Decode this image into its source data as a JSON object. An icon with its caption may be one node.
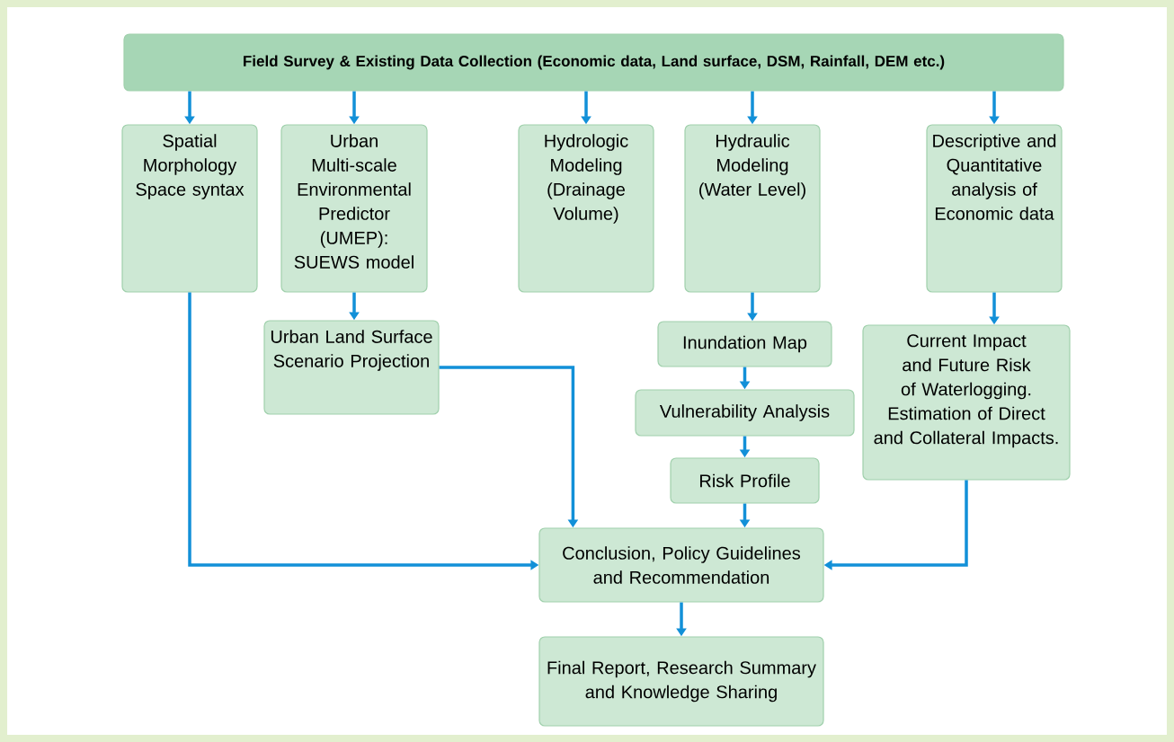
{
  "diagram": {
    "nodes": [
      {
        "text": [
          "Field Survey & Existing Data Collection (Economic data, Land surface, DSM, Rainfall, DEM etc.)"
        ]
      },
      {
        "text": [
          "Spatial Morphology Space syntax"
        ]
      },
      {
        "text": [
          "Urban Multi-scale Environmental Predictor (UMEP): SUEWS model"
        ]
      },
      {
        "text": [
          "Hydrologic Modeling (Drainage Volume)"
        ]
      },
      {
        "text": [
          "Hydraulic Modeling (Water Level)"
        ]
      },
      {
        "text": [
          "Descriptive and Quantitative analysis of Economic data"
        ]
      },
      {
        "text": [
          "Urban Land Surface Scenario Projection"
        ]
      },
      {
        "text": [
          "Inundation Map"
        ]
      },
      {
        "text": [
          "Vulnerability Analysis"
        ]
      },
      {
        "text": [
          "Risk Profile"
        ]
      },
      {
        "text": [
          "Current Impact and Future Risk of Waterlogging. Estimation of Direct and Collateral Impacts."
        ]
      },
      {
        "text": [
          "Conclusion, Policy Guidelines and Recommendation"
        ]
      },
      {
        "text": [
          "Final Report, Research Summary and Knowledge Sharing"
        ]
      }
    ],
    "edges": [
      {
        "from": 0,
        "to": 1,
        "arrow": "to"
      },
      {
        "from": 0,
        "to": 2,
        "arrow": "to"
      },
      {
        "from": 0,
        "to": 3,
        "arrow": "to"
      },
      {
        "from": 0,
        "to": 4,
        "arrow": "to"
      },
      {
        "from": 0,
        "to": 5,
        "arrow": "to"
      },
      {
        "from": 2,
        "to": 6,
        "arrow": "to"
      },
      {
        "from": 4,
        "to": 7,
        "arrow": "to"
      },
      {
        "from": 7,
        "to": 8,
        "arrow": "to"
      },
      {
        "from": 8,
        "to": 9,
        "arrow": "to"
      },
      {
        "from": 5,
        "to": 10,
        "arrow": "to"
      },
      {
        "from": 1,
        "to": 11,
        "arrow": "to"
      },
      {
        "from": 6,
        "to": 11,
        "arrow": "to"
      },
      {
        "from": 9,
        "to": 11,
        "arrow": "to"
      },
      {
        "from": 10,
        "to": 11,
        "arrow": "to"
      },
      {
        "from": 11,
        "to": 12,
        "arrow": "to"
      }
    ]
  }
}
